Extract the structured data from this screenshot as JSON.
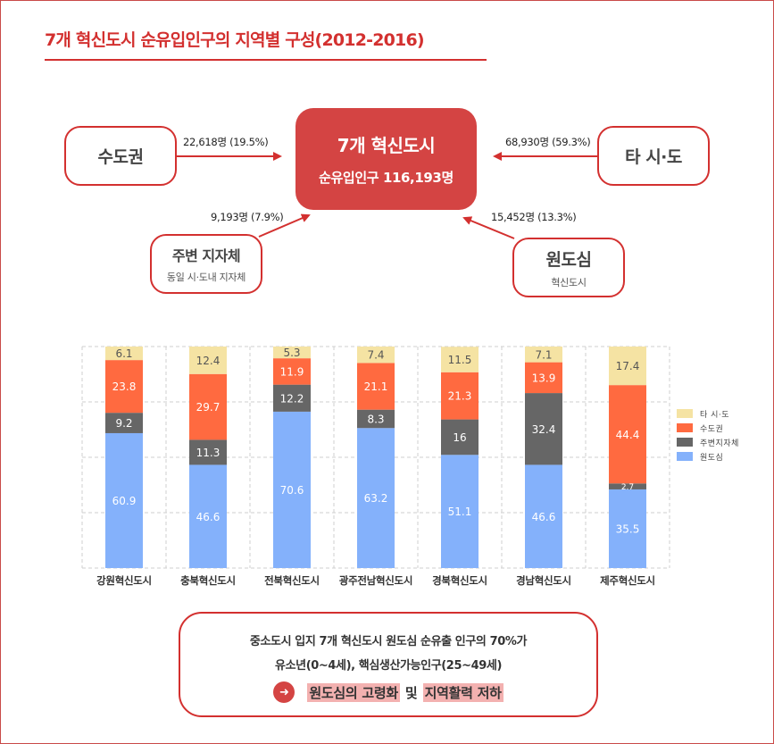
{
  "title": "7개 혁신도시 순유입인구의 지역별 구성(2012-2016)",
  "flow": {
    "center": {
      "title": "7개 혁신도시",
      "subtitle": "순유입인구 116,193명"
    },
    "sources": [
      {
        "id": "capital",
        "label": "수도권",
        "sublabel": "",
        "flow_label": "22,618명 (19.5%)"
      },
      {
        "id": "other",
        "label": "타 시·도",
        "sublabel": "",
        "flow_label": "68,930명 (59.3%)"
      },
      {
        "id": "nearby",
        "label": "주변 지자체",
        "sublabel": "동일 시·도내 지자체",
        "flow_label": "9,193명 (7.9%)"
      },
      {
        "id": "origin",
        "label": "원도심",
        "sublabel": "혁신도시",
        "flow_label": "15,452명 (13.3%)"
      }
    ],
    "accent_color": "#d3302f"
  },
  "chart_data": {
    "type": "bar",
    "stacked": true,
    "title": "",
    "xlabel": "",
    "ylabel": "",
    "ylim": [
      0,
      100
    ],
    "grid": true,
    "legend_position": "right",
    "categories": [
      "강원혁신도시",
      "충북혁신도시",
      "전북혁신도시",
      "광주전남혁신도시",
      "경북혁신도시",
      "경남혁신도시",
      "제주혁신도시"
    ],
    "series": [
      {
        "name": "원도심",
        "color": "#84b1fb",
        "label_color": "#ffffff",
        "values": [
          60.9,
          46.6,
          70.6,
          63.2,
          51.1,
          46.6,
          35.5
        ]
      },
      {
        "name": "주변지자체",
        "color": "#666666",
        "label_color": "#ffffff",
        "values": [
          9.2,
          11.3,
          12.2,
          8.3,
          16,
          32.4,
          2.7
        ]
      },
      {
        "name": "수도권",
        "color": "#ff6a40",
        "label_color": "#ffffff",
        "values": [
          23.8,
          29.7,
          11.9,
          21.1,
          21.3,
          13.9,
          44.4
        ]
      },
      {
        "name": "타 시·도",
        "color": "#f5e3a3",
        "label_color": "#555555",
        "values": [
          6.1,
          12.4,
          5.3,
          7.4,
          11.5,
          7.1,
          17.4
        ]
      }
    ],
    "legend": [
      "타 시·도",
      "수도권",
      "주변지자체",
      "원도심"
    ]
  },
  "summary": {
    "line1": "중소도시 입지 7개 혁신도시 원도심 순유출 인구의 70%가",
    "line2": "유소년(0~4세), 핵심생산가능인구(25~49세)",
    "arrow_icon": "➜",
    "highlight1": "원도심의 고령화",
    "connector": "및",
    "highlight2": "지역활력 저하"
  }
}
